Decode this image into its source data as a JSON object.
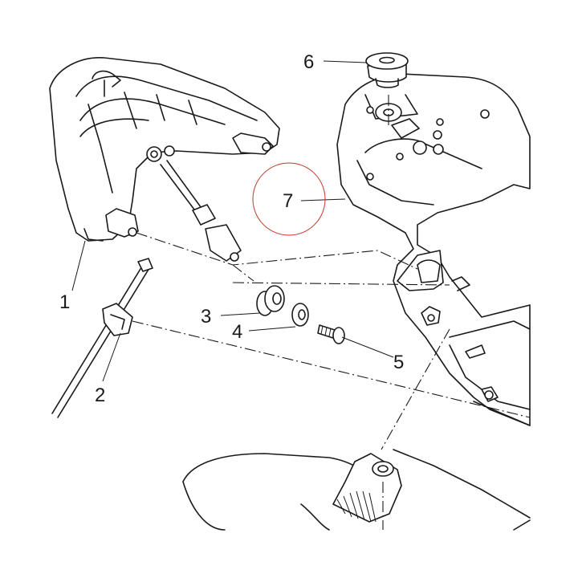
{
  "callouts": [
    {
      "id": "1",
      "label": "1"
    },
    {
      "id": "2",
      "label": "2"
    },
    {
      "id": "3",
      "label": "3"
    },
    {
      "id": "4",
      "label": "4"
    },
    {
      "id": "5",
      "label": "5"
    },
    {
      "id": "6",
      "label": "6"
    },
    {
      "id": "7",
      "label": "7"
    }
  ],
  "highlight": {
    "target": "7",
    "color": "#c0392b"
  }
}
